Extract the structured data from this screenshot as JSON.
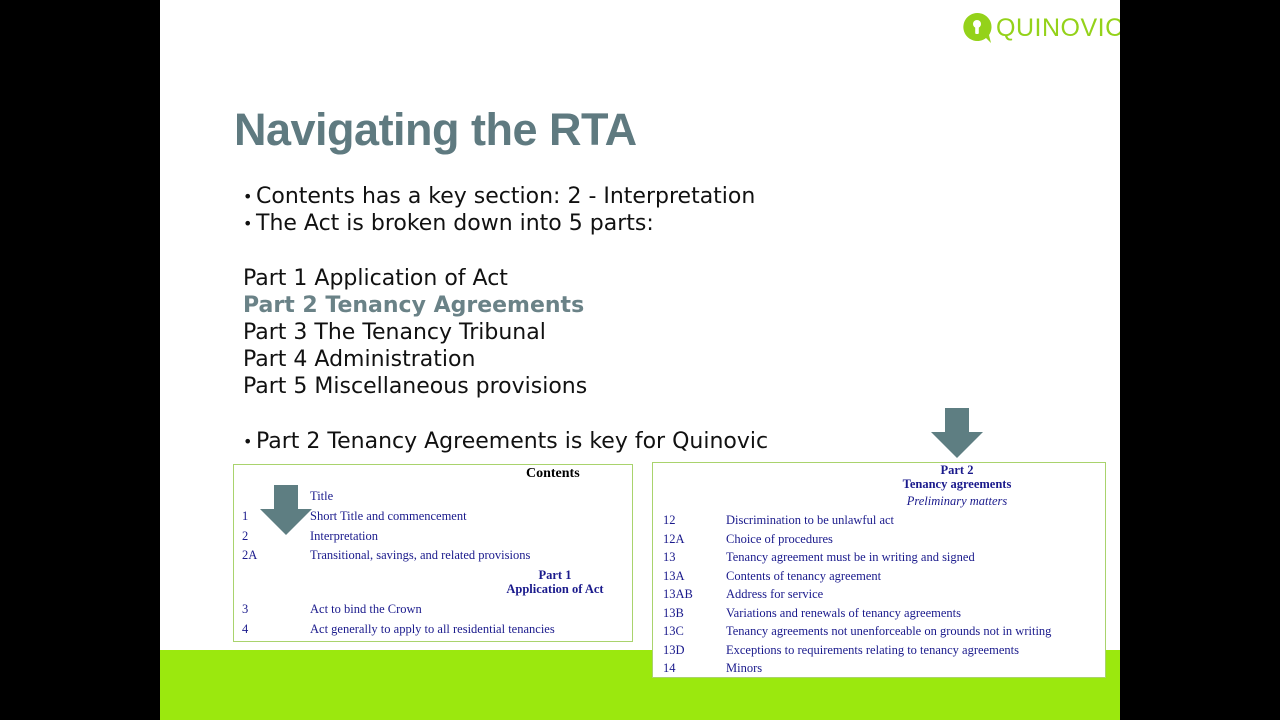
{
  "colors": {
    "title": "#5f7a80",
    "highlight": "#6a8287",
    "green_band": "#9be80e",
    "logo_green": "#94d21a",
    "box_border": "#a9d36d",
    "arrow": "#5e7e82",
    "link_blue": "#1a1a8c"
  },
  "logo": {
    "text": "QUINOVIC",
    "icon": "keyhole-bubble-icon"
  },
  "title": "Navigating the RTA",
  "bullets_top": [
    "Contents has a key section: 2 - Interpretation",
    "The Act is broken down into 5 parts:"
  ],
  "parts": [
    {
      "label": "Part 1 Application of Act",
      "highlight": false
    },
    {
      "label": "Part 2 Tenancy Agreements",
      "highlight": true
    },
    {
      "label": "Part 3 The Tenancy Tribunal",
      "highlight": false
    },
    {
      "label": "Part 4 Administration",
      "highlight": false
    },
    {
      "label": "Part 5 Miscellaneous provisions",
      "highlight": false
    }
  ],
  "bullet_bottom": "Part 2 Tenancy Agreements is key for Quinovic",
  "contents_box": {
    "heading": "Contents",
    "rows_top": [
      {
        "num": "",
        "text": "Title"
      },
      {
        "num": "1",
        "text": "Short Title and commencement"
      },
      {
        "num": "2",
        "text": "Interpretation"
      },
      {
        "num": "2A",
        "text": "Transitional, savings, and related provisions"
      }
    ],
    "part_title": "Part 1",
    "part_subtitle": "Application of Act",
    "rows_bottom": [
      {
        "num": "3",
        "text": "Act to bind the Crown"
      },
      {
        "num": "4",
        "text": "Act generally to apply to all residential tenancies"
      }
    ]
  },
  "part2_box": {
    "part_title": "Part 2",
    "part_subtitle": "Tenancy agreements",
    "section_heading": "Preliminary matters",
    "rows": [
      {
        "num": "12",
        "text": "Discrimination to be unlawful act"
      },
      {
        "num": "12A",
        "text": "Choice of procedures"
      },
      {
        "num": "13",
        "text": "Tenancy agreement must be in writing and signed"
      },
      {
        "num": "13A",
        "text": "Contents of tenancy agreement"
      },
      {
        "num": "13AB",
        "text": "Address for service"
      },
      {
        "num": "13B",
        "text": "Variations and renewals of tenancy agreements"
      },
      {
        "num": "13C",
        "text": "Tenancy agreements not unenforceable on grounds not in writing"
      },
      {
        "num": "13D",
        "text": "Exceptions to requirements relating to tenancy agreements"
      },
      {
        "num": "14",
        "text": "Minors"
      }
    ]
  }
}
